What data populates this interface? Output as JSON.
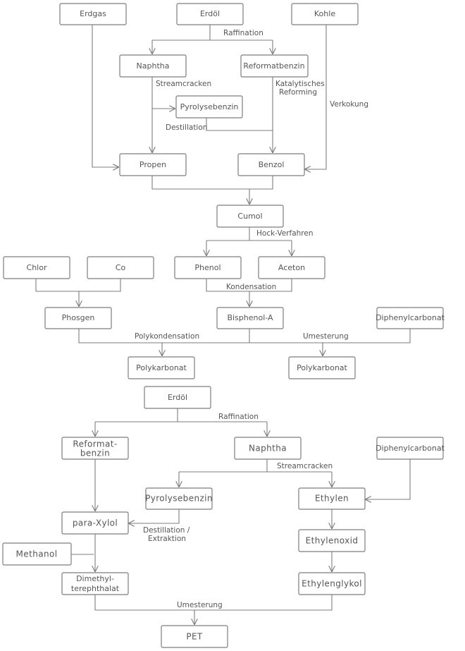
{
  "nodes": {
    "erdgas": "Erdgas",
    "erdoel_top": "Erdöl",
    "kohle": "Kohle",
    "naphtha_top": "Naphtha",
    "reformatbenzin_top": "Reformatbenzin",
    "pyrolysebenzin_top": "Pyrolysebenzin",
    "propen": "Propen",
    "benzol": "Benzol",
    "cumol": "Cumol",
    "chlor": "Chlor",
    "co": "Co",
    "phenol": "Phenol",
    "aceton": "Aceton",
    "phosgen": "Phosgen",
    "bisphenol": "Bisphenol-A",
    "diphenylcarbonat_top": "Diphenylcarbonat",
    "polykarbonat_left": "Polykarbonat",
    "polykarbonat_right": "Polykarbonat",
    "erdoel_bottom": "Erdöl",
    "reformatbenzin_bottom_1": "Reformat-",
    "reformatbenzin_bottom_2": "benzin",
    "naphtha_bottom": "Naphtha",
    "diphenylcarbonat_bottom": "Diphenylcarbonat",
    "pyrolysebenzin_bottom": "Pyrolysebenzin",
    "ethylen": "Ethylen",
    "paraxylol": "para-Xylol",
    "methanol": "Methanol",
    "ethylenoxid": "Ethylenoxid",
    "dmt_1": "Dimethyl-",
    "dmt_2": "terephthalat",
    "ethylenglykol": "Ethylenglykol",
    "pet": "PET"
  },
  "edge_labels": {
    "raffination_top": "Raffination",
    "streamcracken_top": "Streamcracken",
    "katalytisches_1": "Katalytisches",
    "katalytisches_2": "Reforming",
    "verkokung": "Verkokung",
    "destillation_top": "Destillation",
    "hock": "Hock-Verfahren",
    "kondensation": "Kondensation",
    "polykondensation": "Polykondensation",
    "umesterung_top": "Umesterung",
    "raffination_bottom": "Raffination",
    "streamcracken_bottom": "Streamcracken",
    "destillation_bottom_1": "Destillation /",
    "destillation_bottom_2": "Extraktion",
    "umesterung_bottom": "Umesterung"
  }
}
